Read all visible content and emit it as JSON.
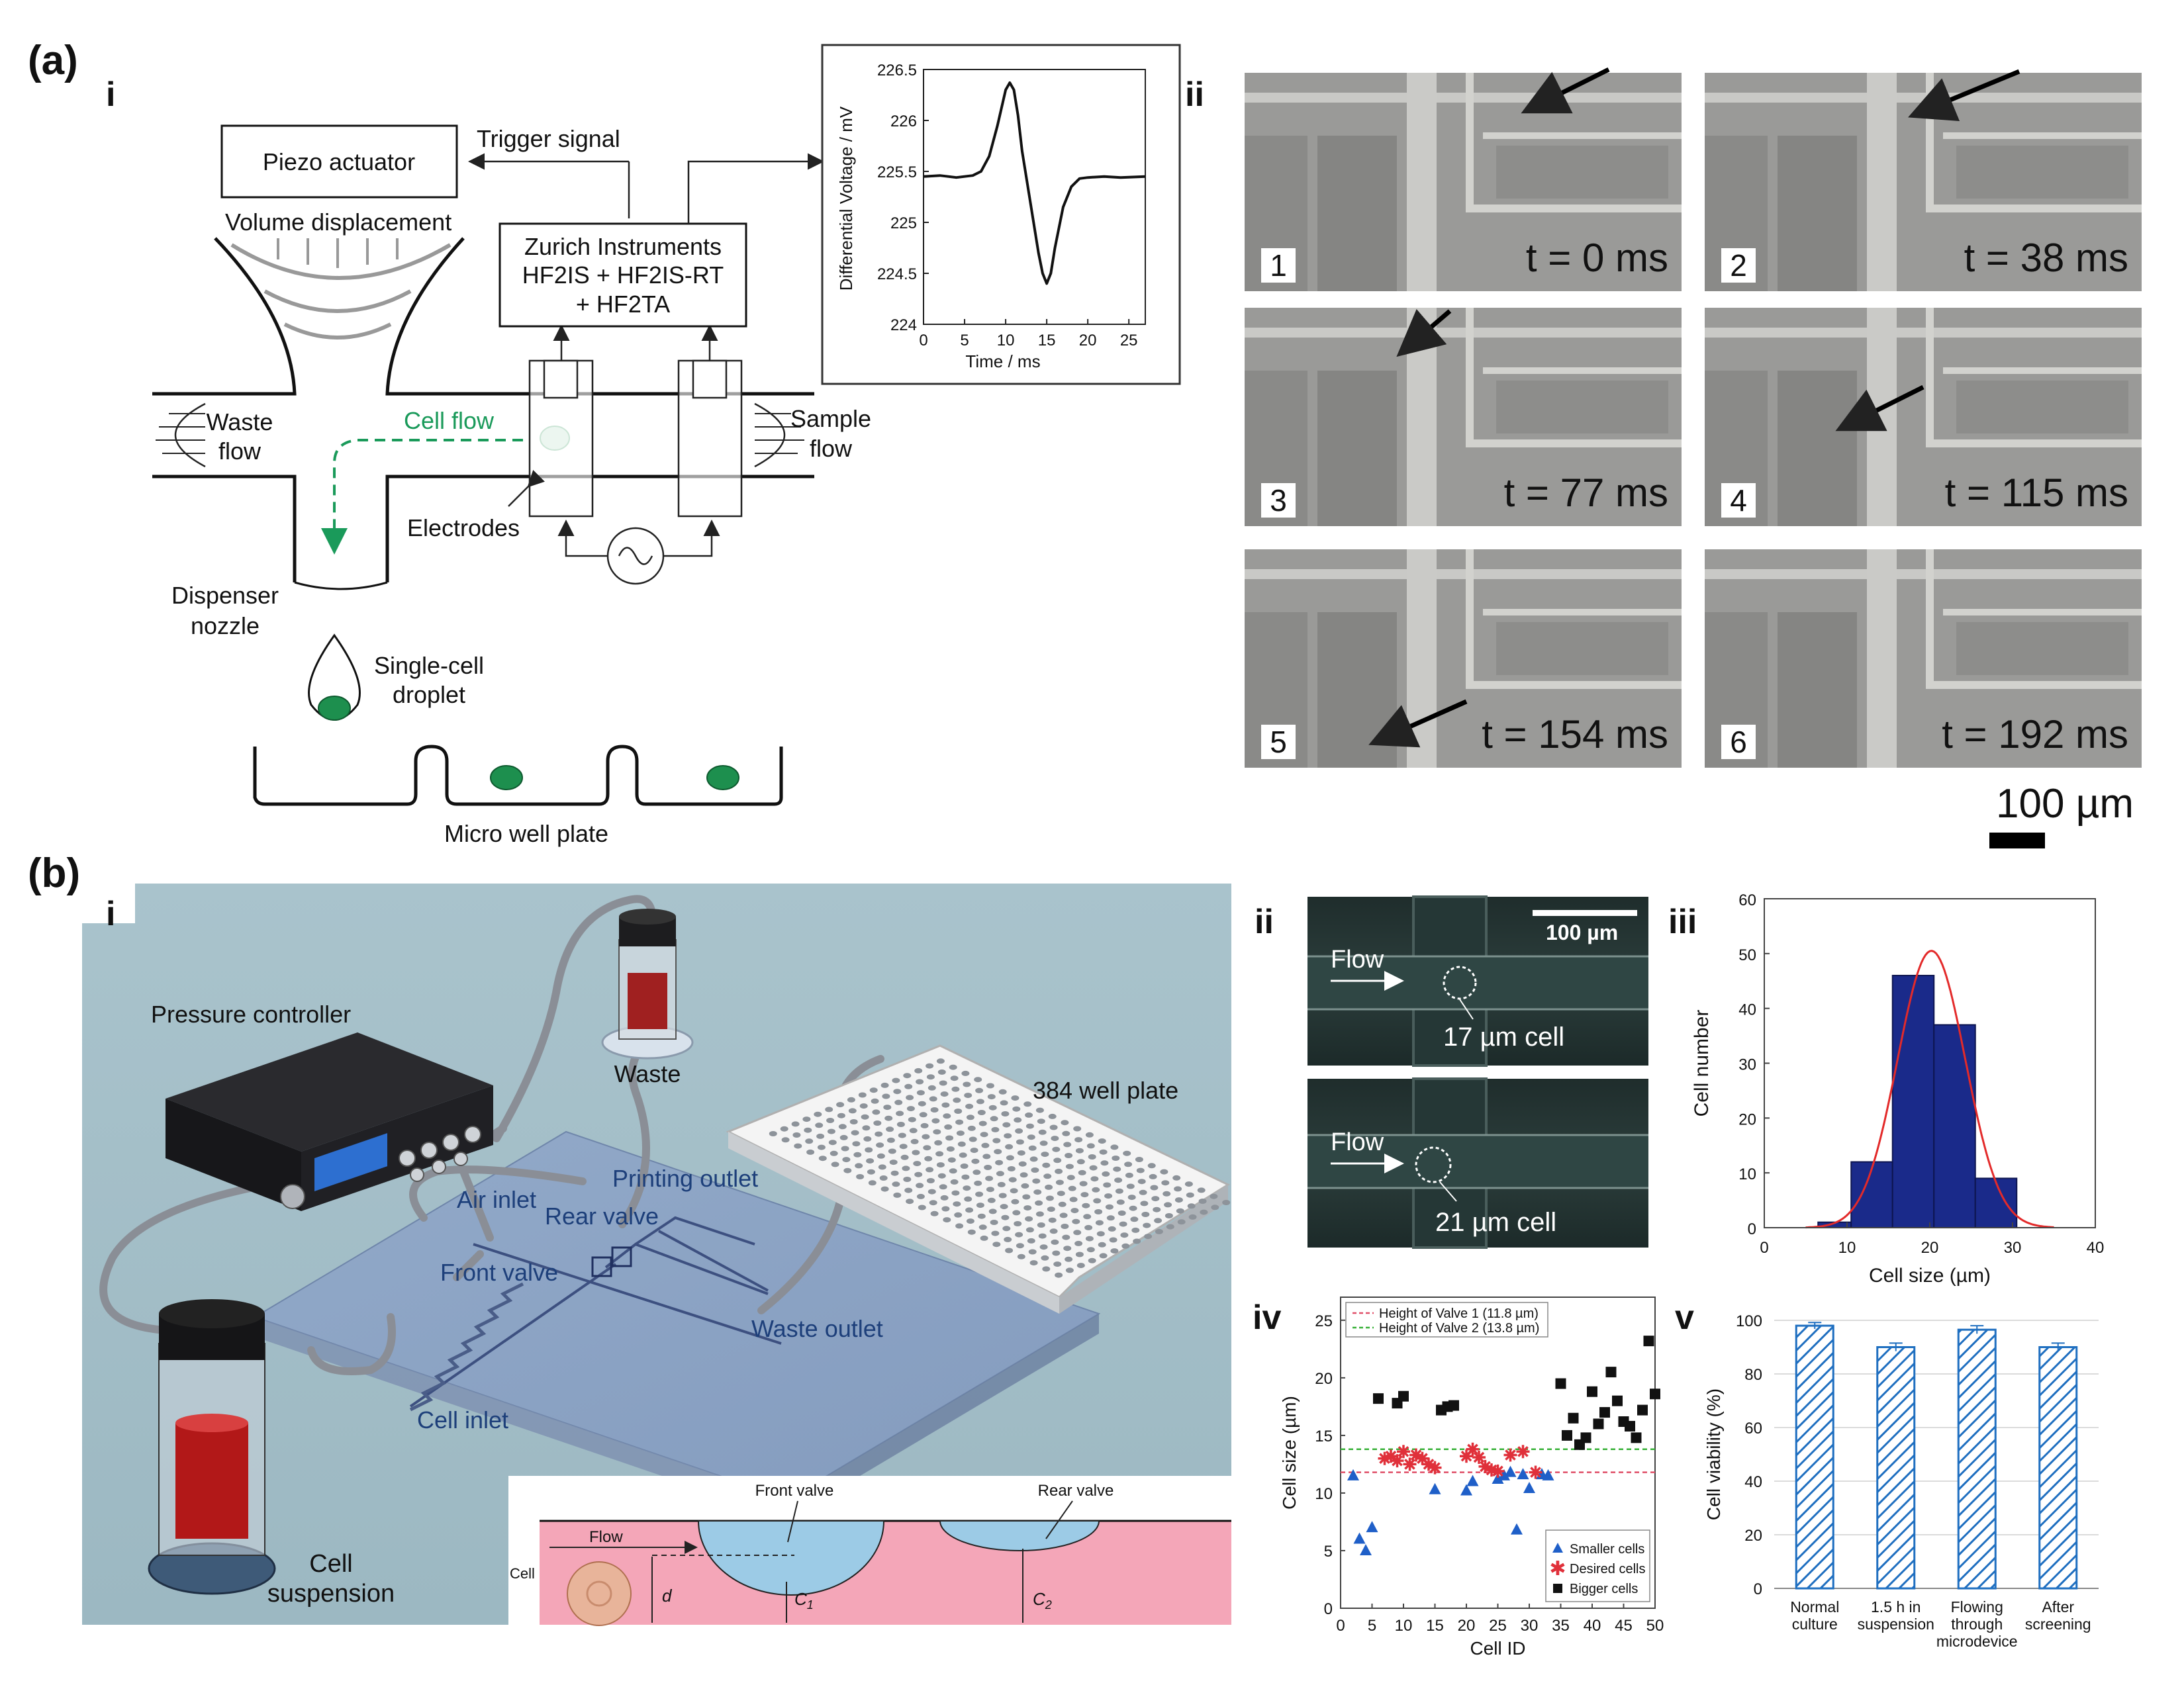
{
  "panel_a": {
    "label": "(a)",
    "sub_i": "i",
    "sub_ii": "ii",
    "diagram": {
      "piezo": "Piezo actuator",
      "trigger": "Trigger signal",
      "volume": "Volume displacement",
      "zurich_l1": "Zurich Instruments",
      "zurich_l2": "HF2IS + HF2IS-RT",
      "zurich_l3": "+ HF2TA",
      "waste_flow_l1": "Waste",
      "waste_flow_l2": "flow",
      "cell_flow": "Cell flow",
      "sample_flow_l1": "Sample",
      "sample_flow_l2": "flow",
      "electrodes": "Electrodes",
      "dispenser_l1": "Dispenser",
      "dispenser_l2": "nozzle",
      "droplet_l1": "Single-cell",
      "droplet_l2": "droplet",
      "plate": "Micro well plate"
    },
    "inset_chart_title_y": "Differential Voltage / mV",
    "inset_chart_title_x": "Time / ms",
    "frames": [
      {
        "n": "1",
        "t": "t = 0 ms"
      },
      {
        "n": "2",
        "t": "t = 38 ms"
      },
      {
        "n": "3",
        "t": "t = 77 ms"
      },
      {
        "n": "4",
        "t": "t = 115 ms"
      },
      {
        "n": "5",
        "t": "t = 154 ms"
      },
      {
        "n": "6",
        "t": "t = 192 ms"
      }
    ],
    "scalebar": "100 µm"
  },
  "panel_b": {
    "label": "(b)",
    "sub_i": "i",
    "sub_ii": "ii",
    "sub_iii": "iii",
    "sub_iv": "iv",
    "sub_v": "v",
    "setup": {
      "pressure": "Pressure controller",
      "waste": "Waste",
      "plate384": "384 well plate",
      "air_inlet": "Air inlet",
      "printing_outlet": "Printing outlet",
      "rear_valve": "Rear valve",
      "front_valve": "Front valve",
      "waste_outlet": "Waste outlet",
      "cell_inlet": "Cell inlet",
      "cell_susp_l1": "Cell",
      "cell_susp_l2": "suspension"
    },
    "inset": {
      "front_valve": "Front valve",
      "rear_valve": "Rear valve",
      "flow": "Flow",
      "cell": "Cell",
      "d": "d",
      "c1": "C",
      "c1_sub": "1",
      "c2": "C",
      "c2_sub": "2"
    },
    "micro": {
      "scalebar": "100 µm",
      "flow1": "Flow",
      "cell1": "17 µm cell",
      "flow2": "Flow",
      "cell2": "21 µm cell"
    }
  },
  "chart_data": [
    {
      "id": "voltage-trace",
      "type": "line",
      "xlabel": "Time / ms",
      "ylabel": "Differential Voltage / mV",
      "xlim": [
        0,
        27
      ],
      "ylim": [
        224,
        226.5
      ],
      "xticks": [
        0,
        5,
        10,
        15,
        20,
        25
      ],
      "yticks": [
        224,
        224.5,
        225,
        225.5,
        226,
        226.5
      ],
      "x": [
        0,
        2,
        4,
        6,
        7,
        8,
        9,
        10,
        10.5,
        11,
        11.5,
        12,
        13,
        14,
        14.5,
        15,
        15.5,
        16,
        17,
        18,
        19,
        20,
        22,
        24,
        27
      ],
      "y": [
        225.45,
        225.46,
        225.44,
        225.46,
        225.5,
        225.65,
        225.95,
        226.3,
        226.37,
        226.3,
        226.05,
        225.7,
        225.2,
        224.7,
        224.5,
        224.4,
        224.5,
        224.75,
        225.15,
        225.35,
        225.43,
        225.44,
        225.45,
        225.44,
        225.45
      ]
    },
    {
      "id": "cell-size-histogram",
      "type": "bar",
      "xlabel": "Cell size (µm)",
      "ylabel": "Cell number",
      "xlim": [
        0,
        40
      ],
      "ylim": [
        0,
        60
      ],
      "xticks": [
        0,
        10,
        20,
        30,
        40
      ],
      "yticks": [
        0,
        10,
        20,
        30,
        40,
        50,
        60
      ],
      "bins": [
        [
          6.5,
          10.5
        ],
        [
          10.5,
          15.5
        ],
        [
          15.5,
          20.5
        ],
        [
          20.5,
          25.5
        ],
        [
          25.5,
          30.5
        ]
      ],
      "values": [
        1,
        12,
        46,
        37,
        9
      ],
      "fit_mean": 20.2,
      "fit_sd": 4.1,
      "fit_peak": 50.5
    },
    {
      "id": "cell-size-scatter",
      "type": "scatter",
      "xlabel": "Cell ID",
      "ylabel": "Cell size (µm)",
      "xlim": [
        0,
        50
      ],
      "ylim": [
        0,
        27
      ],
      "xticks": [
        0,
        5,
        10,
        15,
        20,
        25,
        30,
        35,
        40,
        45,
        50
      ],
      "yticks": [
        0,
        5,
        10,
        15,
        20,
        25
      ],
      "lines": [
        {
          "name": "Height of Valve 1 (11.8 µm)",
          "y": 11.8,
          "color": "#e0506a"
        },
        {
          "name": "Height of Valve 2 (13.8 µm)",
          "y": 13.8,
          "color": "#36b036"
        }
      ],
      "series": [
        {
          "name": "Smaller cells",
          "color": "#1f5fc8",
          "marker": "triangle",
          "x": [
            2,
            3,
            4,
            5,
            15,
            20,
            21,
            25,
            26,
            27,
            28,
            29,
            30,
            32,
            33
          ],
          "y": [
            11.5,
            6,
            5,
            7,
            10.3,
            10.2,
            11,
            11.2,
            11.5,
            11.8,
            6.8,
            11.6,
            10.4,
            11.6,
            11.5
          ]
        },
        {
          "name": "Desired cells",
          "color": "#e0303a",
          "marker": "star",
          "x": [
            7,
            8,
            9,
            10,
            11,
            12,
            13,
            14,
            15,
            20,
            21,
            22,
            23,
            24,
            25,
            27,
            29,
            31
          ],
          "y": [
            13,
            13.2,
            12.8,
            13.6,
            12.5,
            13.3,
            13.0,
            12.5,
            12.2,
            13.2,
            13.8,
            13.1,
            12.3,
            12.0,
            11.9,
            13.3,
            13.6,
            11.8
          ]
        },
        {
          "name": "Bigger cells",
          "color": "#111111",
          "marker": "square",
          "x": [
            6,
            9,
            10,
            16,
            17,
            18,
            35,
            36,
            37,
            38,
            39,
            40,
            41,
            42,
            43,
            44,
            45,
            46,
            47,
            48,
            49,
            50
          ],
          "y": [
            18.2,
            17.8,
            18.4,
            17.2,
            17.5,
            17.6,
            19.5,
            15.0,
            16.5,
            14.2,
            14.8,
            18.8,
            16.0,
            17.0,
            20.5,
            18.0,
            16.2,
            15.8,
            14.8,
            17.2,
            23.2,
            18.6
          ]
        }
      ]
    },
    {
      "id": "cell-viability",
      "type": "bar",
      "xlabel": "",
      "ylabel": "Cell viability (%)",
      "ylim": [
        0,
        100
      ],
      "yticks": [
        0,
        20,
        40,
        60,
        80,
        100
      ],
      "categories": [
        [
          "Normal",
          "culture"
        ],
        [
          "1.5 h in",
          "suspension"
        ],
        [
          "Flowing",
          "through",
          "microdevice"
        ],
        [
          "After",
          "screening"
        ]
      ],
      "values": [
        98,
        90,
        96.5,
        90
      ],
      "errors": [
        1.2,
        1.5,
        1.5,
        1.5
      ]
    }
  ]
}
